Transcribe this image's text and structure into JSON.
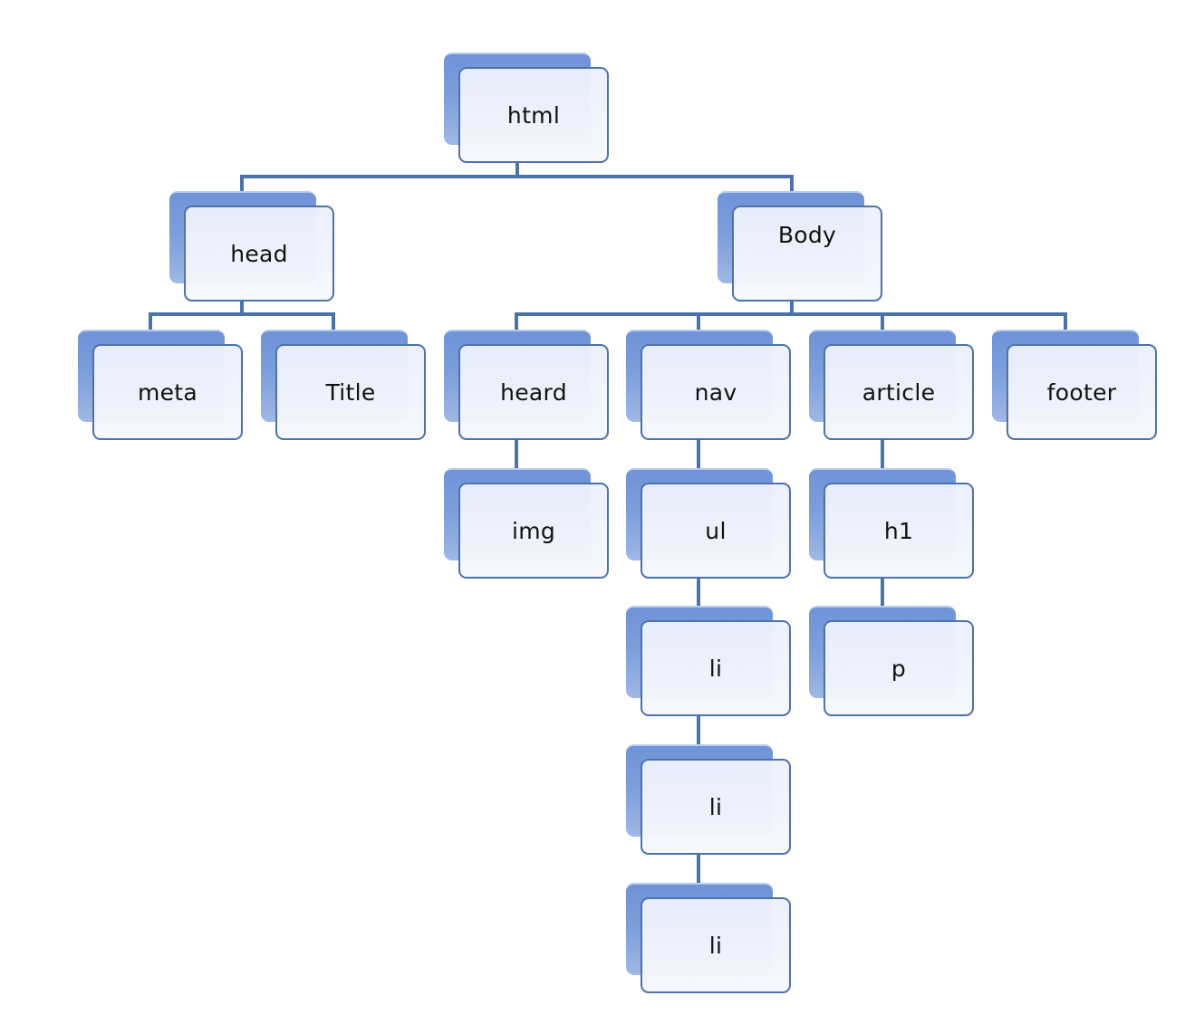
{
  "diagram": {
    "root": {
      "label": "html"
    },
    "head": {
      "label": "head",
      "children": [
        {
          "label": "meta"
        },
        {
          "label": "Title"
        }
      ]
    },
    "body": {
      "label": "Body",
      "children": [
        {
          "label": "heard",
          "child": {
            "label": "img"
          }
        },
        {
          "label": "nav",
          "chain": [
            {
              "label": "ul"
            },
            {
              "label": "li"
            },
            {
              "label": "li"
            },
            {
              "label": "li"
            }
          ]
        },
        {
          "label": "article",
          "chain": [
            {
              "label": "h1"
            },
            {
              "label": "p"
            }
          ]
        },
        {
          "label": "footer"
        }
      ]
    }
  },
  "colors": {
    "connector": "#4a73a8",
    "box_border": "#4d73a8",
    "box_fill": "#eef2fc",
    "box_shadow": "#7898da"
  }
}
